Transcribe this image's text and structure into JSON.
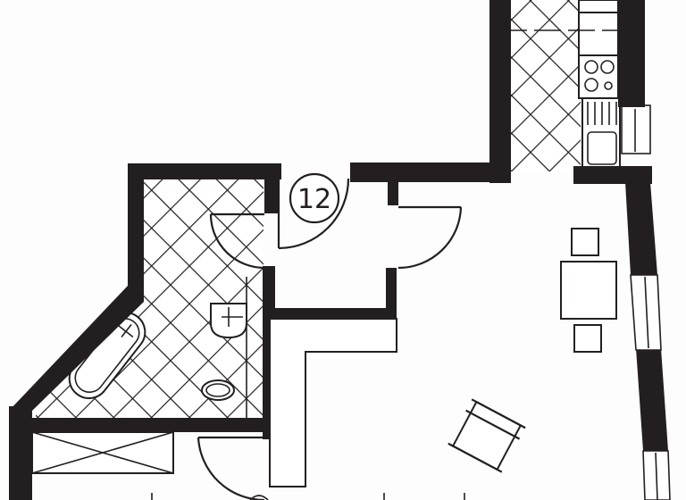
{
  "plan": {
    "type": "apartment floor plan",
    "room_number_label": "12",
    "colors": {
      "ink": "#231f20",
      "paper": "#fdfdfd"
    }
  },
  "rooms": [
    {
      "id": "bathroom",
      "name": "Bathroom",
      "floor": "diagonal tile hatch"
    },
    {
      "id": "kitchen",
      "name": "Kitchen",
      "floor": "diagonal tile hatch"
    },
    {
      "id": "hallway",
      "name": "Entrance hall"
    },
    {
      "id": "living",
      "name": "Living / dining room"
    },
    {
      "id": "storage",
      "name": "Storage / wardrobe"
    }
  ],
  "fixtures": [
    {
      "id": "bathtub",
      "room": "bathroom",
      "icon": "bathtub-icon"
    },
    {
      "id": "washbasin",
      "room": "bathroom",
      "icon": "sink-icon"
    },
    {
      "id": "toilet",
      "room": "bathroom",
      "icon": "toilet-icon"
    },
    {
      "id": "stove",
      "room": "kitchen",
      "icon": "stove-burners-icon",
      "burners": 4
    },
    {
      "id": "kitchen-sink",
      "room": "kitchen",
      "icon": "sink-drainer-icon"
    },
    {
      "id": "dining-table",
      "room": "living",
      "icon": "table-icon",
      "chairs": 2
    },
    {
      "id": "armchair",
      "room": "living",
      "icon": "chair-icon"
    },
    {
      "id": "wardrobe",
      "room": "storage",
      "icon": "wardrobe-icon"
    }
  ],
  "doors": [
    {
      "id": "bathroom-door"
    },
    {
      "id": "entrance-door"
    },
    {
      "id": "living-door"
    },
    {
      "id": "storage-door"
    }
  ],
  "windows": [
    {
      "id": "kitchen-window"
    },
    {
      "id": "living-window-upper"
    },
    {
      "id": "living-window-lower"
    }
  ]
}
